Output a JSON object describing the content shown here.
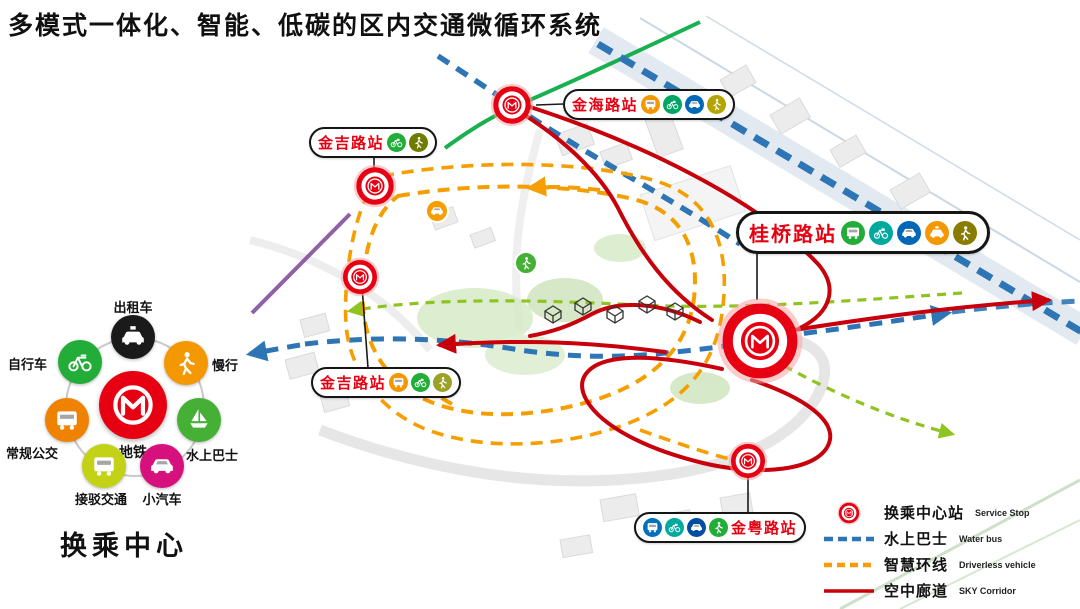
{
  "title": "多模式一体化、智能、低碳的区内交通微循环系统",
  "stations": {
    "jinhai": {
      "name": "金海路站",
      "modes": [
        {
          "icon": "bus",
          "color": "#f39800"
        },
        {
          "icon": "bike",
          "color": "#00a563"
        },
        {
          "icon": "car",
          "color": "#0068b7"
        },
        {
          "icon": "walk",
          "color": "#b5a300"
        }
      ]
    },
    "jinji_upper": {
      "name": "金吉路站",
      "modes": [
        {
          "icon": "bike",
          "color": "#22ac38"
        },
        {
          "icon": "walk",
          "color": "#6f7c00"
        }
      ]
    },
    "guiqiao": {
      "name": "桂桥路站",
      "modes": [
        {
          "icon": "bus",
          "color": "#22ac38"
        },
        {
          "icon": "bike",
          "color": "#00a99d"
        },
        {
          "icon": "car",
          "color": "#0068b7"
        },
        {
          "icon": "taxi",
          "color": "#f39800"
        },
        {
          "icon": "walk",
          "color": "#8a7c00"
        }
      ]
    },
    "jinji_lower": {
      "name": "金吉路站",
      "modes": [
        {
          "icon": "bus",
          "color": "#f39800"
        },
        {
          "icon": "bike",
          "color": "#22ac38"
        },
        {
          "icon": "walk",
          "color": "#9aa327"
        }
      ]
    },
    "jinyue": {
      "name": "金粤路站",
      "modes": [
        {
          "icon": "bus",
          "color": "#0071bc"
        },
        {
          "icon": "bike",
          "color": "#00a99d"
        },
        {
          "icon": "car",
          "color": "#004ea2"
        },
        {
          "icon": "walk",
          "color": "#22ac38"
        }
      ]
    }
  },
  "hub": {
    "title": "换乘中心",
    "center": {
      "label": "地铁",
      "icon": "metro-logo"
    },
    "nodes": [
      {
        "label": "出租车",
        "icon": "taxi",
        "color": "#1a1a1a"
      },
      {
        "label": "慢行",
        "icon": "walk",
        "color": "#f39800"
      },
      {
        "label": "水上巴士",
        "icon": "boat",
        "color": "#45b035"
      },
      {
        "label": "小汽车",
        "icon": "car",
        "color": "#d6117e"
      },
      {
        "label": "接驳交通",
        "icon": "shuttle",
        "color": "#c3d117"
      },
      {
        "label": "常规公交",
        "icon": "bus",
        "color": "#ef8200"
      },
      {
        "label": "自行车",
        "icon": "bike",
        "color": "#22ac38"
      }
    ]
  },
  "legend": {
    "items": [
      {
        "label": "换乘中心站",
        "en": "Service Stop",
        "swatch": "station-marker"
      },
      {
        "label": "水上巴士",
        "en": "Water bus",
        "swatch": "blue-dashed-line"
      },
      {
        "label": "智慧环线",
        "en": "Driverless vehicle",
        "swatch": "orange-dashed-line"
      },
      {
        "label": "空中廊道",
        "en": "SKY Corridor",
        "swatch": "red-solid-line"
      }
    ]
  },
  "colors": {
    "station_red": "#e60012",
    "metro_red": "#e60012",
    "sky_corridor_red": "#c7000b",
    "water_bus_blue": "#2e75b5",
    "smart_loop_orange": "#f59e00",
    "green_path": "#8fc31f",
    "teal_line": "#00a73c",
    "purple_line": "#7d4698"
  }
}
